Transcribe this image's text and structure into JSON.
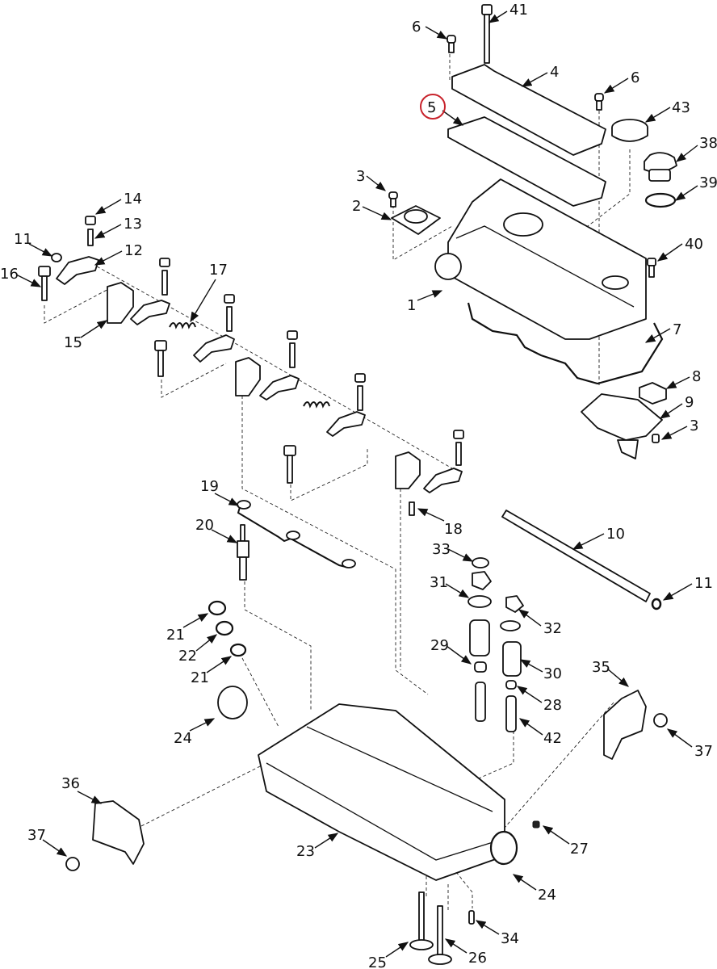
{
  "diagram": {
    "type": "exploded-parts-view",
    "highlight_color": "#c8232c",
    "highlighted_callout": "5",
    "callouts": [
      {
        "id": "c41",
        "label": "41"
      },
      {
        "id": "c6a",
        "label": "6"
      },
      {
        "id": "c4",
        "label": "4"
      },
      {
        "id": "c6b",
        "label": "6"
      },
      {
        "id": "c5",
        "label": "5"
      },
      {
        "id": "c43",
        "label": "43"
      },
      {
        "id": "c38",
        "label": "38"
      },
      {
        "id": "c39",
        "label": "39"
      },
      {
        "id": "c3a",
        "label": "3"
      },
      {
        "id": "c2",
        "label": "2"
      },
      {
        "id": "c40",
        "label": "40"
      },
      {
        "id": "c1",
        "label": "1"
      },
      {
        "id": "c7",
        "label": "7"
      },
      {
        "id": "c8",
        "label": "8"
      },
      {
        "id": "c9",
        "label": "9"
      },
      {
        "id": "c3b",
        "label": "3"
      },
      {
        "id": "c14",
        "label": "14"
      },
      {
        "id": "c13",
        "label": "13"
      },
      {
        "id": "c11a",
        "label": "11"
      },
      {
        "id": "c12",
        "label": "12"
      },
      {
        "id": "c16",
        "label": "16"
      },
      {
        "id": "c17",
        "label": "17"
      },
      {
        "id": "c15",
        "label": "15"
      },
      {
        "id": "c19",
        "label": "19"
      },
      {
        "id": "c18",
        "label": "18"
      },
      {
        "id": "c10",
        "label": "10"
      },
      {
        "id": "c20",
        "label": "20"
      },
      {
        "id": "c33",
        "label": "33"
      },
      {
        "id": "c11b",
        "label": "11"
      },
      {
        "id": "c31",
        "label": "31"
      },
      {
        "id": "c32",
        "label": "32"
      },
      {
        "id": "c21a",
        "label": "21"
      },
      {
        "id": "c22",
        "label": "22"
      },
      {
        "id": "c21b",
        "label": "21"
      },
      {
        "id": "c29",
        "label": "29"
      },
      {
        "id": "c30",
        "label": "30"
      },
      {
        "id": "c35",
        "label": "35"
      },
      {
        "id": "c28",
        "label": "28"
      },
      {
        "id": "c24a",
        "label": "24"
      },
      {
        "id": "c42",
        "label": "42"
      },
      {
        "id": "c37a",
        "label": "37"
      },
      {
        "id": "c36",
        "label": "36"
      },
      {
        "id": "c37b",
        "label": "37"
      },
      {
        "id": "c27",
        "label": "27"
      },
      {
        "id": "c23",
        "label": "23"
      },
      {
        "id": "c24b",
        "label": "24"
      },
      {
        "id": "c34",
        "label": "34"
      },
      {
        "id": "c25",
        "label": "25"
      },
      {
        "id": "c26",
        "label": "26"
      }
    ]
  }
}
